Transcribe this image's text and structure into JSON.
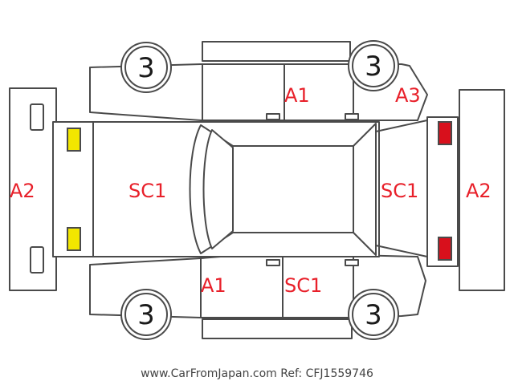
{
  "panels": {
    "front_bumper": "A2",
    "hood": "SC1",
    "roof": "",
    "trunk": "SC1",
    "rear_bumper": "A2",
    "upper_door": "A1",
    "upper_rear_fender": "A3",
    "lower_front_fender": "A1",
    "lower_door": "SC1"
  },
  "wheels": {
    "front_upper": "3",
    "rear_upper": "3",
    "front_lower": "3",
    "rear_lower": "3"
  },
  "colors": {
    "code_text": "#e8202a",
    "outline": "#4a4a4a",
    "headlight_marker": "#f2e600",
    "taillight_marker": "#d8101c"
  },
  "footer": "www.CarFromJapan.com Ref: CFJ1559746"
}
